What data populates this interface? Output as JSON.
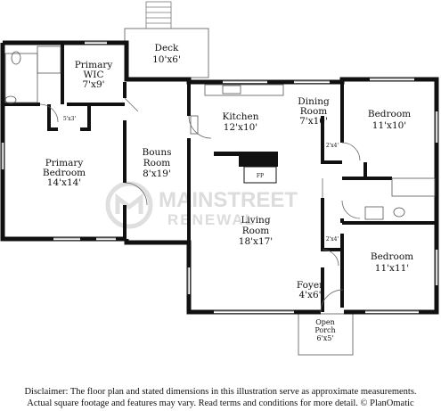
{
  "rooms": {
    "deck": {
      "name": "Deck",
      "dim": "10'x6'"
    },
    "primary_wic": {
      "name1": "Primary",
      "name2": "WIC",
      "dim": "7'x9'"
    },
    "primary_bedroom": {
      "name1": "Primary",
      "name2": "Bedroom",
      "dim": "14'x14'"
    },
    "closet_5x3": {
      "dim": "5'x3'"
    },
    "bonus_room": {
      "name1": "Bouns",
      "name2": "Room",
      "dim": "8'x19'"
    },
    "kitchen": {
      "name": "Kitchen",
      "dim": "12'x10'"
    },
    "dining_room": {
      "name1": "Dining",
      "name2": "Room",
      "dim": "7'x10'"
    },
    "bedroom_1": {
      "name": "Bedroom",
      "dim": "11'x10'"
    },
    "closet_a": {
      "dim": "2'x4'"
    },
    "closet_b": {
      "dim": "2'x4'"
    },
    "fireplace": {
      "label": "FP"
    },
    "living_room": {
      "name1": "Living",
      "name2": "Room",
      "dim": "18'x17'"
    },
    "bedroom_2": {
      "name": "Bedroom",
      "dim": "11'x11'"
    },
    "foyer": {
      "name": "Foyer",
      "dim": "4'x6'"
    },
    "open_porch": {
      "name1": "Open",
      "name2": "Porch",
      "dim": "6'x5'"
    }
  },
  "watermark": {
    "line1": "MAINSTREET",
    "line2": "RENEWAL"
  },
  "disclaimer": {
    "line1": "Disclaimer: The floor plan and stated dimensions in this illustration serve as approximate measurements.",
    "line2": "Actual square footage and features may vary. Read terms and conditions for more detail. © PlanOmatic"
  }
}
